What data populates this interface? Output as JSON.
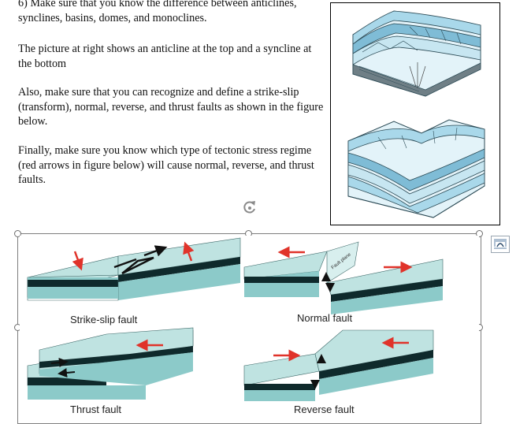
{
  "document": {
    "paragraphs": [
      "6)  Make sure that you know the difference between anticlines, synclines, basins, domes, and monoclines.",
      "The picture at right shows an anticline at the top and a syncline at the bottom",
      "Also, make sure that you can recognize and define a strike-slip (transform), normal, reverse, and thrust faults as shown in the figure below.",
      "Finally, make sure you know which type of tectonic stress regime (red arrows in figure below) will cause normal, reverse, and thrust faults."
    ]
  },
  "fault_figure": {
    "captions": {
      "strike_slip": "Strike-slip fault",
      "normal": "Normal fault",
      "thrust": "Thrust fault",
      "reverse": "Reverse fault"
    },
    "fault_plane_label": "Fault plane"
  },
  "colors": {
    "block_top": "#bfe3e1",
    "block_side": "#8ccac9",
    "dark_band": "#0f2a2c",
    "arrow_red": "#e0332a",
    "fold_blue": "#a9d8ea"
  },
  "icons": {
    "rotate": "rotate-handle-icon",
    "layout_options": "layout-options-icon"
  }
}
